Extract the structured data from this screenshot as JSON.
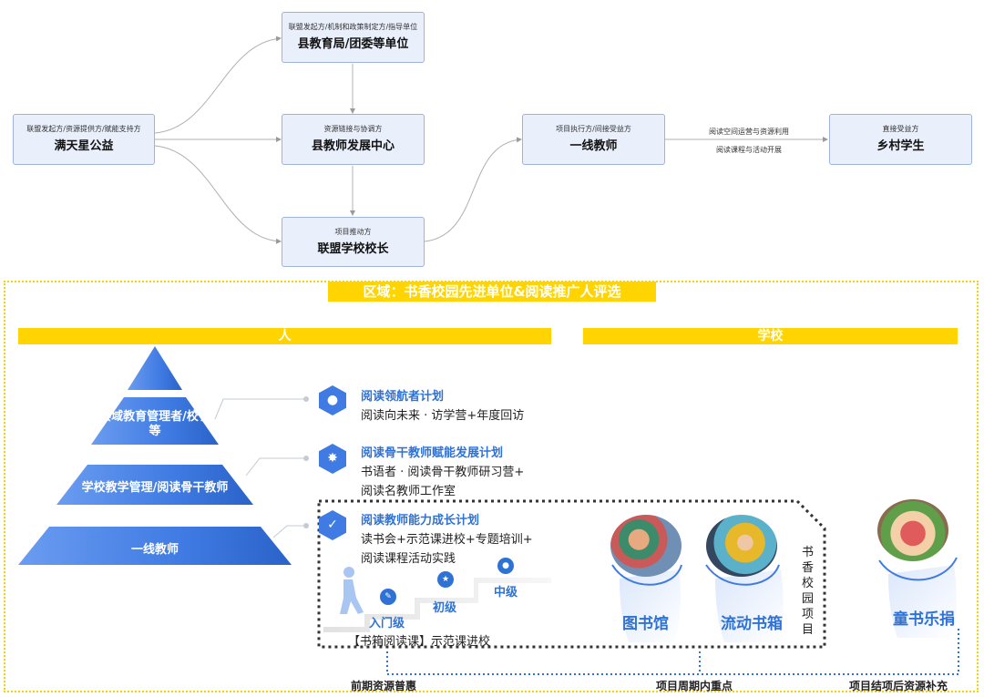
{
  "flow": {
    "nodes": [
      {
        "id": "mantianxing",
        "role": "联盟发起方/资源提供方/赋能支持方",
        "name": "满天星公益"
      },
      {
        "id": "jiaoyuju",
        "role": "联盟发起方/机制和政策制定方/指导单位",
        "name": "县教育局/团委等单位"
      },
      {
        "id": "fazhan",
        "role": "资源链接与协调方",
        "name": "县教师发展中心"
      },
      {
        "id": "xiaozhang",
        "role": "项目推动方",
        "name": "联盟学校校长"
      },
      {
        "id": "jiaoshi",
        "role": "项目执行方/间接受益方",
        "name": "一线教师"
      },
      {
        "id": "xuesheng",
        "role": "直接受益方",
        "name": "乡村学生"
      }
    ],
    "edge_labels": [
      "阅读空间运营与资源利用",
      "阅读课程与活动开展"
    ]
  },
  "region": {
    "title": "区域：书香校园先进单位&阅读推广人评选",
    "people_header": "人",
    "school_header": "学校"
  },
  "pyramid": {
    "levels": [
      "县域教育管理者/校长等",
      "学校教学管理/阅读骨干教师",
      "一线教师"
    ]
  },
  "plans": [
    {
      "title": "阅读领航者计划",
      "lines": [
        "阅读向未来 · 访学营+年度回访"
      ],
      "icon": "people-icon"
    },
    {
      "title": "阅读骨干教师赋能发展计划",
      "lines": [
        "书语者 · 阅读骨干教师研习营+",
        "阅读名教师工作室"
      ],
      "icon": "lightbulb-icon"
    },
    {
      "title": "阅读教师能力成长计划",
      "lines": [
        "读书会+示范课进校+专题培训+",
        "阅读课程活动实践"
      ],
      "icon": "clipboard-icon"
    }
  ],
  "steps": {
    "levels": [
      "入门级",
      "初级",
      "中级"
    ],
    "caption": "【书箱阅读课】示范课进校"
  },
  "school": {
    "items": [
      "图书馆",
      "流动书箱",
      "童书乐捐"
    ],
    "project_label": "书香校园项目"
  },
  "timeline": [
    "前期资源普惠",
    "项目周期内重点",
    "项目结项后资源补充"
  ],
  "colors": {
    "accent": "#2f72d6",
    "yellow": "#ffd400",
    "node_bg": "#e9effb",
    "pyramid": "#3f7be3"
  }
}
